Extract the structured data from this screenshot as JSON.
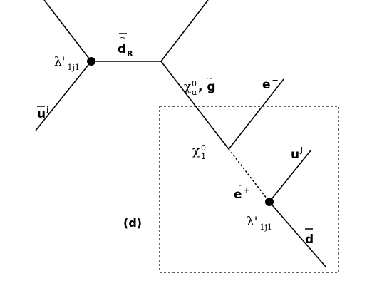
{
  "labels": {
    "lambda_top_main": "λ'",
    "lambda_top_sub": "1j1",
    "dR_main": "d",
    "dR_sub": "R",
    "u_bar_main": "u",
    "u_bar_sup": "j",
    "chi_alpha_main": "χ",
    "chi_alpha_sub": "α",
    "chi_alpha_sup": "0",
    "gluino_text": ", g",
    "e_minus_main": "e",
    "e_minus_sup": "−",
    "chi1_main": "χ",
    "chi1_sub": "1",
    "chi1_sup": "0",
    "u_j_main": "u",
    "u_j_sup": "j",
    "e_plus_main": "e",
    "e_plus_sup": "+",
    "lambda_bottom_main": "λ'",
    "lambda_bottom_sub": "1j1",
    "d_bar_main": "d",
    "panel_label": "(d)"
  }
}
